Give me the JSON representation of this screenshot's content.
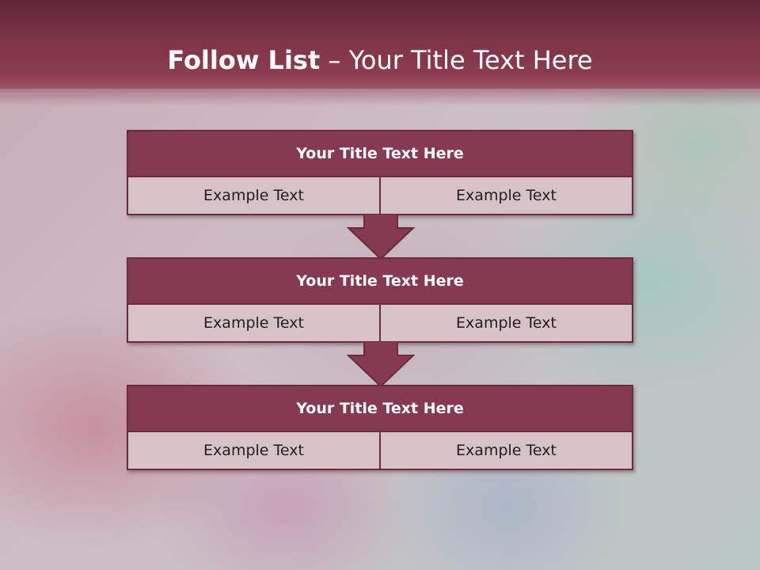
{
  "slide": {
    "title_bold": "Follow List",
    "title_rest": " – Your Title Text Here"
  },
  "steps": [
    {
      "title": "Your Title Text Here",
      "left": "Example Text",
      "right": "Example Text"
    },
    {
      "title": "Your Title Text Here",
      "left": "Example Text",
      "right": "Example Text"
    },
    {
      "title": "Your Title Text Here",
      "left": "Example Text",
      "right": "Example Text"
    }
  ],
  "colors": {
    "header": "#7e3347",
    "box_title": "#853a4f",
    "box_body": "#d6c3c8",
    "border": "#6e2a3d"
  }
}
